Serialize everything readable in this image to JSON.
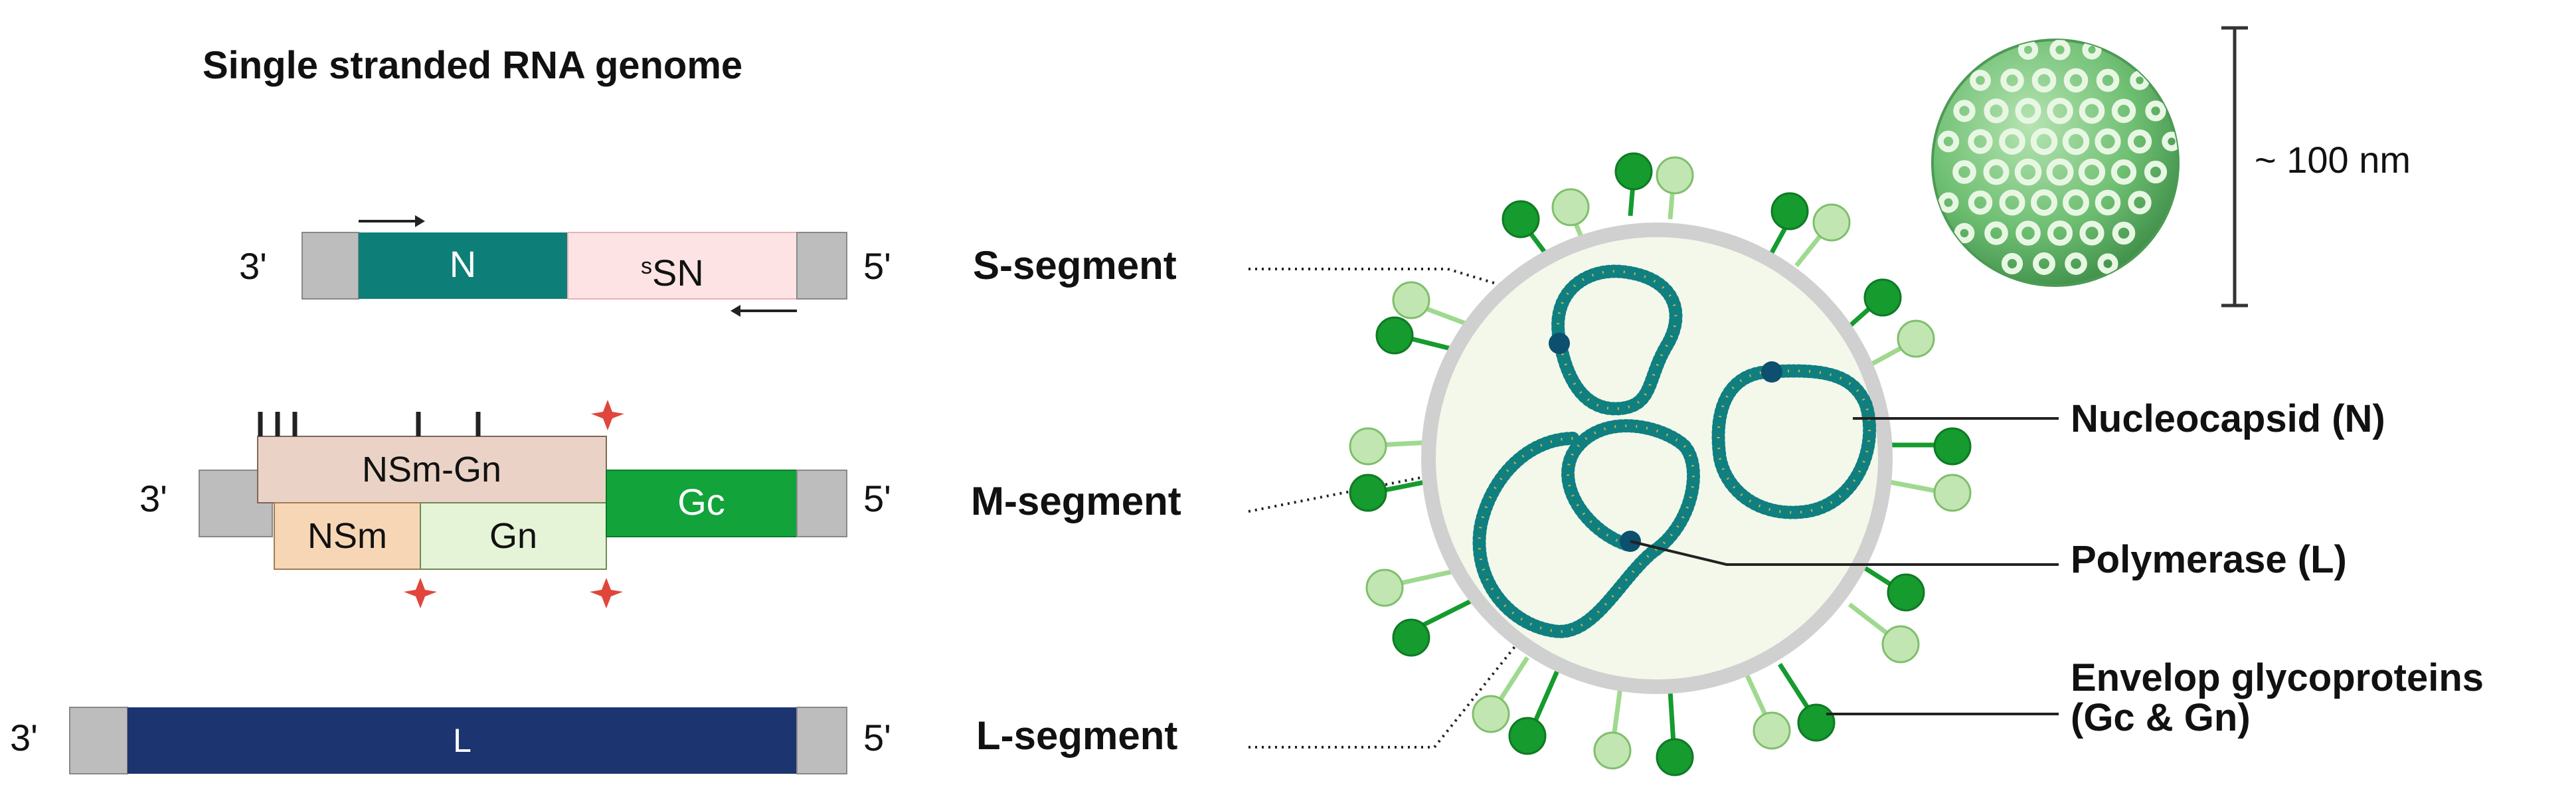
{
  "title": "Single stranded RNA genome",
  "segments": {
    "s": {
      "end3": "3'",
      "end5": "5'",
      "gene_n": "N",
      "gene_nss_super": "s",
      "gene_nss_main": "SN",
      "name": "S-segment"
    },
    "m": {
      "end3": "3'",
      "end5": "5'",
      "nsm_gn": "NSm-Gn",
      "nsm": "NSm",
      "gn": "Gn",
      "gc": "Gc",
      "name": "M-segment"
    },
    "l": {
      "end3": "3'",
      "end5": "5'",
      "gene_l": "L",
      "name": "L-segment"
    }
  },
  "labels": {
    "nucleocapsid": "Nucleocapsid (N)",
    "polymerase": "Polymerase (L)",
    "glyco_line1": "Envelop glycoproteins",
    "glyco_line2": "(Gc & Gn)",
    "scale": "~ 100 nm"
  },
  "colors": {
    "n_gene": "#0e7f78",
    "nss_gene": "#fde3e4",
    "nsm_gn": "#ead3c6",
    "nsm": "#f7d6b6",
    "gn": "#e5f3d7",
    "gc": "#12a33a",
    "l_gene": "#1c3470",
    "utr_gray": "#bdbdbe",
    "envelope": "#d0d0d0",
    "virion_interior": "#f3f8ea",
    "spike_dark": "#159b2e",
    "spike_light": "#c2e6b2",
    "rnp_bead": "#0f7f80",
    "rnp_knot": "#0d4f6e",
    "sphere": "#7ac87f",
    "glycosylation_marker": "#e0463c"
  }
}
